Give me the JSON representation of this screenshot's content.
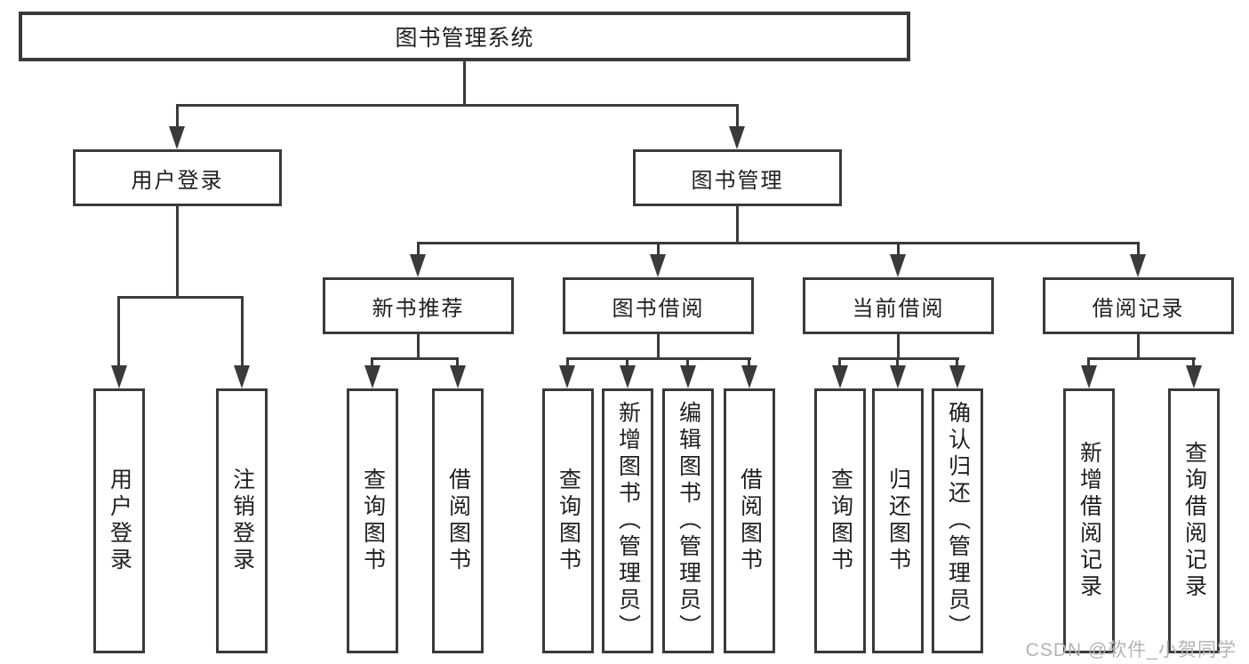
{
  "nodes": {
    "root": "图书管理系统",
    "user_login": "用户登录",
    "book_mgmt": "图书管理",
    "new_book_rec": "新书推荐",
    "book_borrow": "图书借阅",
    "current_borrow": "当前借阅",
    "borrow_records": "借阅记录",
    "leaf_login": "用户登录",
    "leaf_logout": "注销登录",
    "rec_query": "查询图书",
    "rec_borrow": "借阅图书",
    "bb_query": "查询图书",
    "bb_add": "新增图书（管理员）",
    "bb_edit": "编辑图书（管理员）",
    "bb_borrow": "借阅图书",
    "cb_query": "查询图书",
    "cb_return": "归还图书",
    "cb_confirm": "确认归还（管理员）",
    "br_add": "新增借阅记录",
    "br_query": "查询借阅记录"
  },
  "hierarchy": {
    "图书管理系统": {
      "用户登录": [
        "用户登录",
        "注销登录"
      ],
      "图书管理": {
        "新书推荐": [
          "查询图书",
          "借阅图书"
        ],
        "图书借阅": [
          "查询图书",
          "新增图书（管理员）",
          "编辑图书（管理员）",
          "借阅图书"
        ],
        "当前借阅": [
          "查询图书",
          "归还图书",
          "确认归还（管理员）"
        ],
        "借阅记录": [
          "新增借阅记录",
          "查询借阅记录"
        ]
      }
    }
  },
  "watermark": {
    "text": "CSDN @软件_小贺同学"
  },
  "colors": {
    "line": "#3a3a3a",
    "text": "#1f1f1f",
    "watermark": "#b4b4b4",
    "background": "#ffffff"
  }
}
